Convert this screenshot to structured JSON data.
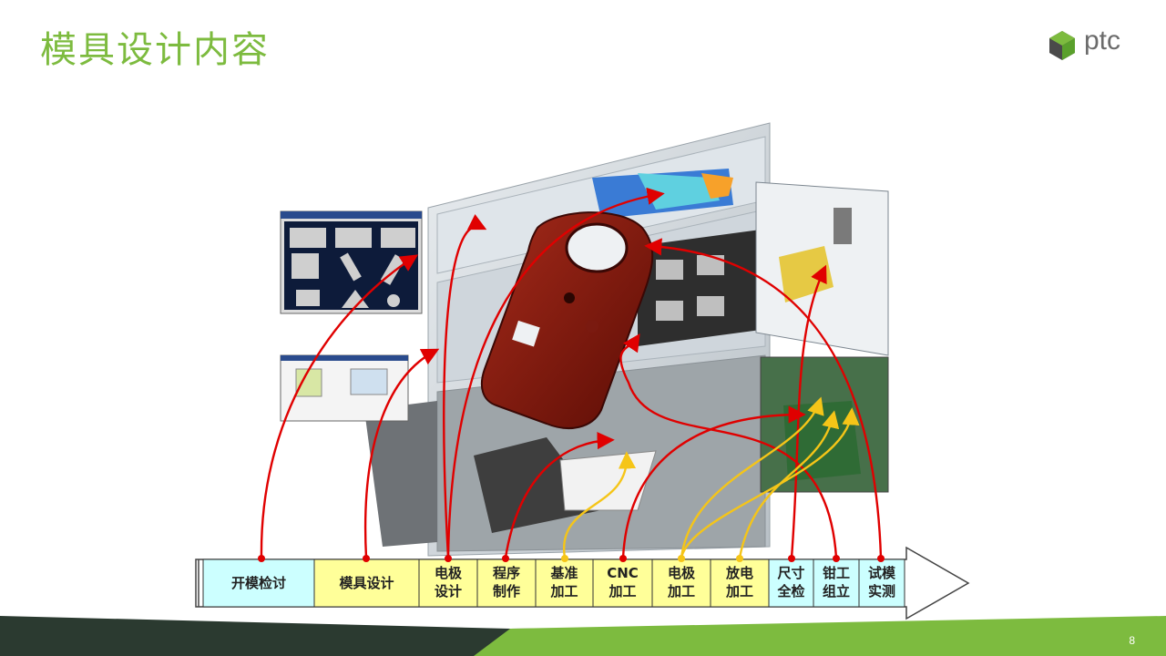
{
  "slide": {
    "title": "模具设计内容",
    "logo_text": "ptc",
    "page_number": "8"
  },
  "process_steps": [
    {
      "lines": [
        "开模检讨"
      ],
      "color": "#ccffff"
    },
    {
      "lines": [
        "模具设计"
      ],
      "color": "#ffff99"
    },
    {
      "lines": [
        "电极",
        "设计"
      ],
      "color": "#ffff99"
    },
    {
      "lines": [
        "程序",
        "制作"
      ],
      "color": "#ffff99"
    },
    {
      "lines": [
        "基准",
        "加工"
      ],
      "color": "#ffff99"
    },
    {
      "lines": [
        "CNC",
        "加工"
      ],
      "color": "#ffff99"
    },
    {
      "lines": [
        "电极",
        "加工"
      ],
      "color": "#ffff99"
    },
    {
      "lines": [
        "放电",
        "加工"
      ],
      "color": "#ffff99"
    },
    {
      "lines": [
        "尺寸",
        "全检"
      ],
      "color": "#ccffff"
    },
    {
      "lines": [
        "钳工",
        "组立"
      ],
      "color": "#ccffff"
    },
    {
      "lines": [
        "试模",
        "实测"
      ],
      "color": "#ccffff"
    }
  ],
  "colors": {
    "title": "#7dbb3f",
    "red_arrow": "#e00000",
    "yellow_arrow": "#f5c518",
    "footer_dark": "#2b3a30",
    "footer_green": "#7dbb3f"
  }
}
